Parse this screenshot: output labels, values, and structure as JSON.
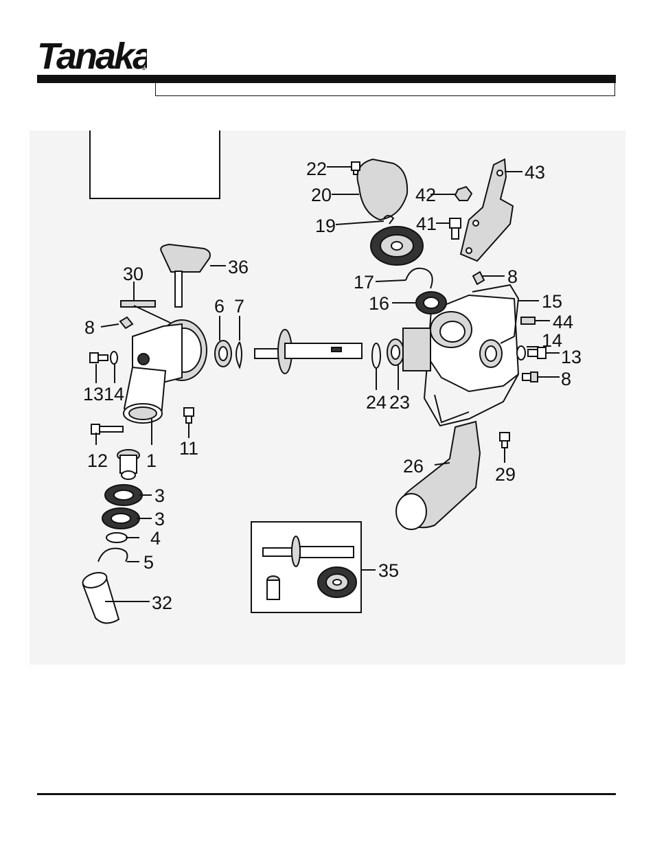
{
  "brand": {
    "logo_text": "Tanaka",
    "registered_mark": "®"
  },
  "diagram": {
    "callouts": [
      "1",
      "3",
      "3",
      "4",
      "5",
      "6",
      "7",
      "8",
      "8",
      "8",
      "11",
      "12",
      "13",
      "13",
      "14",
      "14",
      "15",
      "16",
      "17",
      "19",
      "20",
      "22",
      "23",
      "24",
      "26",
      "29",
      "30",
      "32",
      "35",
      "36",
      "41",
      "42",
      "43",
      "44"
    ]
  },
  "labels": {
    "c1": "1",
    "c3a": "3",
    "c3b": "3",
    "c4": "4",
    "c5": "5",
    "c6": "6",
    "c7": "7",
    "c8a": "8",
    "c8b": "8",
    "c8c": "8",
    "c11": "11",
    "c12": "12",
    "c13a": "13",
    "c13b": "13",
    "c14a": "14",
    "c14b": "14",
    "c15": "15",
    "c16": "16",
    "c17": "17",
    "c19": "19",
    "c20": "20",
    "c22": "22",
    "c23": "23",
    "c24": "24",
    "c26": "26",
    "c29": "29",
    "c30": "30",
    "c32": "32",
    "c35": "35",
    "c36": "36",
    "c41": "41",
    "c42": "42",
    "c43": "43",
    "c44": "44"
  }
}
